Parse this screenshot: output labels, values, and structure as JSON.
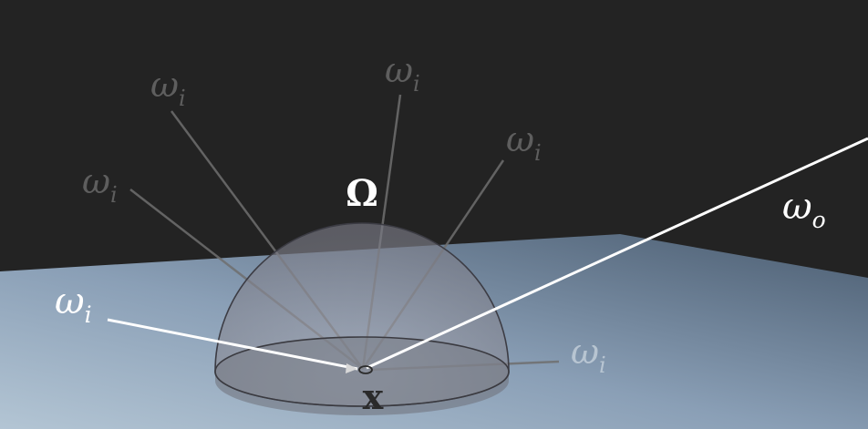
{
  "labels": {
    "omega_i": "ω",
    "sub_i": "i",
    "omega_o": "ω",
    "sub_o": "o",
    "solid_angle": "Ω",
    "point": "x"
  },
  "colors": {
    "background": "#232323",
    "plane_light": "#a9bccc",
    "plane_dark": "#4d5f74",
    "hemisphere_fill": "#8c8f99",
    "faint_ray": "#6e6e6e",
    "bright_ray": "#ffffff"
  }
}
